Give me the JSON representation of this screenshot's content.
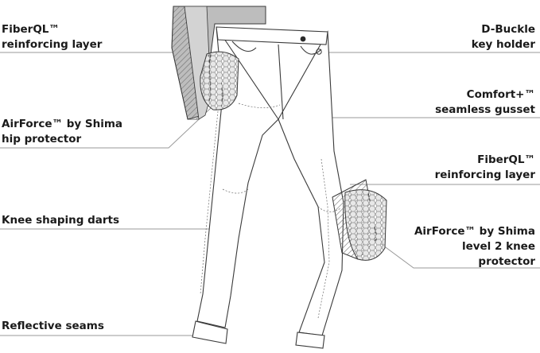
{
  "diagram": {
    "callouts": [
      {
        "id": "fiberql-hip",
        "line1": "FiberQL™",
        "line2": "reinforcing layer"
      },
      {
        "id": "airforce-hip",
        "line1": "AirForce™ by Shima",
        "line2": "hip protector"
      },
      {
        "id": "knee-darts",
        "line1": "Knee shaping darts",
        "line2": ""
      },
      {
        "id": "reflective-seams",
        "line1": "Reflective seams",
        "line2": ""
      },
      {
        "id": "d-buckle",
        "line1": "D-Buckle",
        "line2": "key holder"
      },
      {
        "id": "comfort-gusset",
        "line1": "Comfort+™",
        "line2": "seamless gusset"
      },
      {
        "id": "fiberql-knee",
        "line1": "FiberQL™",
        "line2": "reinforcing  layer"
      },
      {
        "id": "airforce-knee",
        "line1": "AirForce™ by Shima",
        "line2": "level 2 knee",
        "line3": "protector"
      }
    ],
    "colors": {
      "text": "#1a1a1a",
      "leader": "#9a9a9a",
      "outline": "#3a3a3a",
      "reinforcement": "#bdbdbd",
      "pad": "#e6e6e6"
    }
  }
}
